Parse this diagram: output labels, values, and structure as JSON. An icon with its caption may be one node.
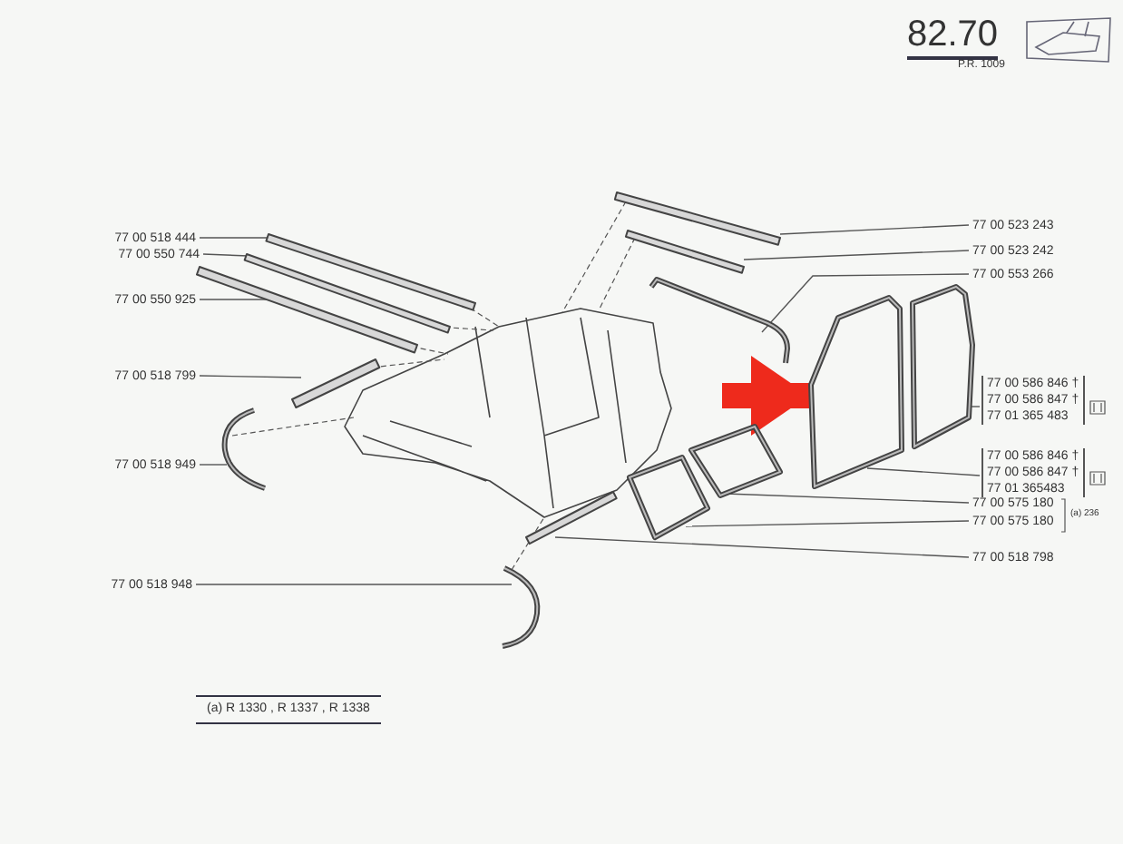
{
  "diagram": {
    "nodes": [
      {
        "text": [
          "77 00 518 444"
        ]
      },
      {
        "text": [
          "77 00 550 744"
        ]
      },
      {
        "text": [
          "77 00 550 925"
        ]
      },
      {
        "text": [
          "77 00 518 799"
        ]
      },
      {
        "text": [
          "77 00 518 949"
        ]
      },
      {
        "text": [
          "77 00 518 948"
        ]
      },
      {
        "text": [
          "77 00 523 243"
        ]
      },
      {
        "text": [
          "77 00 523 242"
        ]
      },
      {
        "text": [
          "77 00 553 266"
        ]
      },
      {
        "text": [
          "77 00 586 846 †",
          "77 00 586 847 †",
          "77 01 365 483"
        ]
      },
      {
        "text": [
          "77 00 586 846 †",
          "77 00 586 847 †",
          "77 01 365483"
        ]
      },
      {
        "text": [
          "77 00 575 180"
        ]
      },
      {
        "text": [
          "77 00 575 180"
        ]
      },
      {
        "text": [
          "77 00 518 798"
        ]
      },
      {
        "text": [],
        "shape": "bar"
      },
      {
        "text": [],
        "shape": "bar"
      },
      {
        "text": [],
        "shape": "bar"
      },
      {
        "text": [],
        "shape": "bar"
      },
      {
        "text": [],
        "shape": "picture"
      },
      {
        "text": [],
        "shape": "picture"
      },
      {
        "text": [],
        "shape": "bar"
      },
      {
        "text": [],
        "shape": "bar"
      },
      {
        "text": [],
        "shape": "picture"
      },
      {
        "text": [],
        "shape": "picture"
      },
      {
        "text": [],
        "shape": "picture"
      },
      {
        "text": [],
        "shape": "picture"
      },
      {
        "text": [],
        "shape": "picture"
      },
      {
        "text": [],
        "shape": "bar"
      },
      {
        "text": [],
        "shape": "picture"
      }
    ],
    "edges": [
      {
        "from": 0,
        "to": 14,
        "arrow": "none"
      },
      {
        "from": 1,
        "to": 15,
        "arrow": "none"
      },
      {
        "from": 2,
        "to": 16,
        "arrow": "none"
      },
      {
        "from": 3,
        "to": 17,
        "arrow": "none"
      },
      {
        "from": 4,
        "to": 18,
        "arrow": "none"
      },
      {
        "from": 5,
        "to": 19,
        "arrow": "none"
      },
      {
        "from": 6,
        "to": 20,
        "arrow": "none"
      },
      {
        "from": 7,
        "to": 21,
        "arrow": "none"
      },
      {
        "from": 8,
        "to": 22,
        "arrow": "none"
      },
      {
        "from": 9,
        "to": 23,
        "arrow": "none"
      },
      {
        "from": 10,
        "to": 24,
        "arrow": "none"
      },
      {
        "from": 11,
        "to": 25,
        "arrow": "none"
      },
      {
        "from": 12,
        "to": 26,
        "arrow": "none"
      },
      {
        "from": 13,
        "to": 27,
        "arrow": "none"
      },
      {
        "from": null,
        "to": 24,
        "arrow": "to",
        "style": "thick",
        "color": "#ee2a1c"
      },
      {
        "from": 14,
        "to": 28,
        "arrow": "none",
        "style": "dashed"
      },
      {
        "from": 15,
        "to": 28,
        "arrow": "none",
        "style": "dashed"
      },
      {
        "from": 16,
        "to": 28,
        "arrow": "none",
        "style": "dashed"
      },
      {
        "from": 17,
        "to": 28,
        "arrow": "none",
        "style": "dashed"
      },
      {
        "from": 18,
        "to": 28,
        "arrow": "none",
        "style": "dashed"
      },
      {
        "from": 19,
        "to": 28,
        "arrow": "none",
        "style": "dashed"
      },
      {
        "from": 20,
        "to": 28,
        "arrow": "none",
        "style": "dashed"
      },
      {
        "from": 21,
        "to": 28,
        "arrow": "none",
        "style": "dashed"
      }
    ],
    "labels": [
      "82.70",
      "P.R. 1009",
      "(a) 236",
      "(a) R 1330 , R 1337 , R 1338"
    ]
  }
}
